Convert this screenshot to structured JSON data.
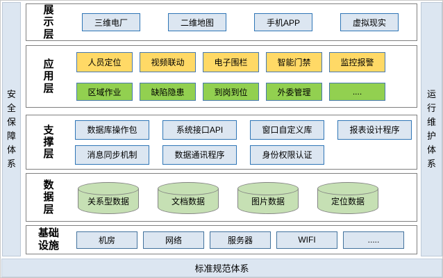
{
  "frames": {
    "left": "安全保障体系",
    "right": "运行维护体系",
    "bottom": "标准规范体系"
  },
  "layers": [
    {
      "label": "展示层",
      "items": [
        "三维电厂",
        "二维地图",
        "手机APP",
        "虚拟现实"
      ]
    },
    {
      "label": "应用层",
      "row1": [
        "人员定位",
        "视频联动",
        "电子围栏",
        "智能门禁",
        "监控报警"
      ],
      "row2": [
        "区域作业",
        "缺陷隐患",
        "到岗到位",
        "外委管理",
        "...."
      ]
    },
    {
      "label": "支撑层",
      "row1": [
        "数据库操作包",
        "系统接口API",
        "窗口自定义库",
        "报表设计程序"
      ],
      "row2": [
        "消息同步机制",
        "数据通讯程序",
        "身份权限认证"
      ]
    },
    {
      "label": "数据层",
      "items": [
        "关系型数据",
        "文档数据",
        "图片数据",
        "定位数据"
      ]
    },
    {
      "label": "基础设施",
      "items": [
        "机房",
        "网络",
        "服务器",
        "WIFI",
        "....."
      ]
    }
  ],
  "colors": {
    "frame_fill": "#dce6f1",
    "presentation_box_fill": "#dce6f1",
    "presentation_box_border": "#2e75b6",
    "app_row1_fill": "#ffd966",
    "app_row2_fill": "#92d050",
    "support_box_fill": "#dce6f1",
    "cylinder_fill": "#c6e0b4",
    "infra_box_fill": "#dce6f1",
    "layer_border": "#7f7f7f"
  }
}
